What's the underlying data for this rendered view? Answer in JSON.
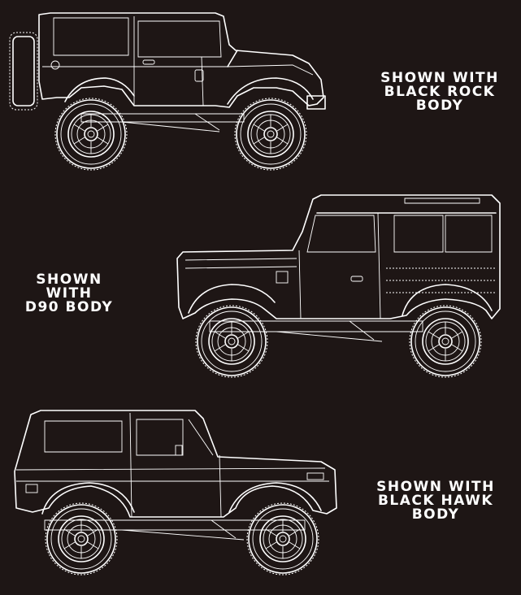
{
  "captions": [
    {
      "lines": [
        "SHOWN WITH",
        "BLACK ROCK",
        "BODY"
      ]
    },
    {
      "lines": [
        "SHOWN",
        "WITH",
        "D90 BODY"
      ]
    },
    {
      "lines": [
        "SHOWN WITH",
        "BLACK HAWK",
        "BODY"
      ]
    }
  ],
  "vehicles": [
    {
      "body": "black-rock"
    },
    {
      "body": "d90"
    },
    {
      "body": "black-hawk"
    }
  ]
}
